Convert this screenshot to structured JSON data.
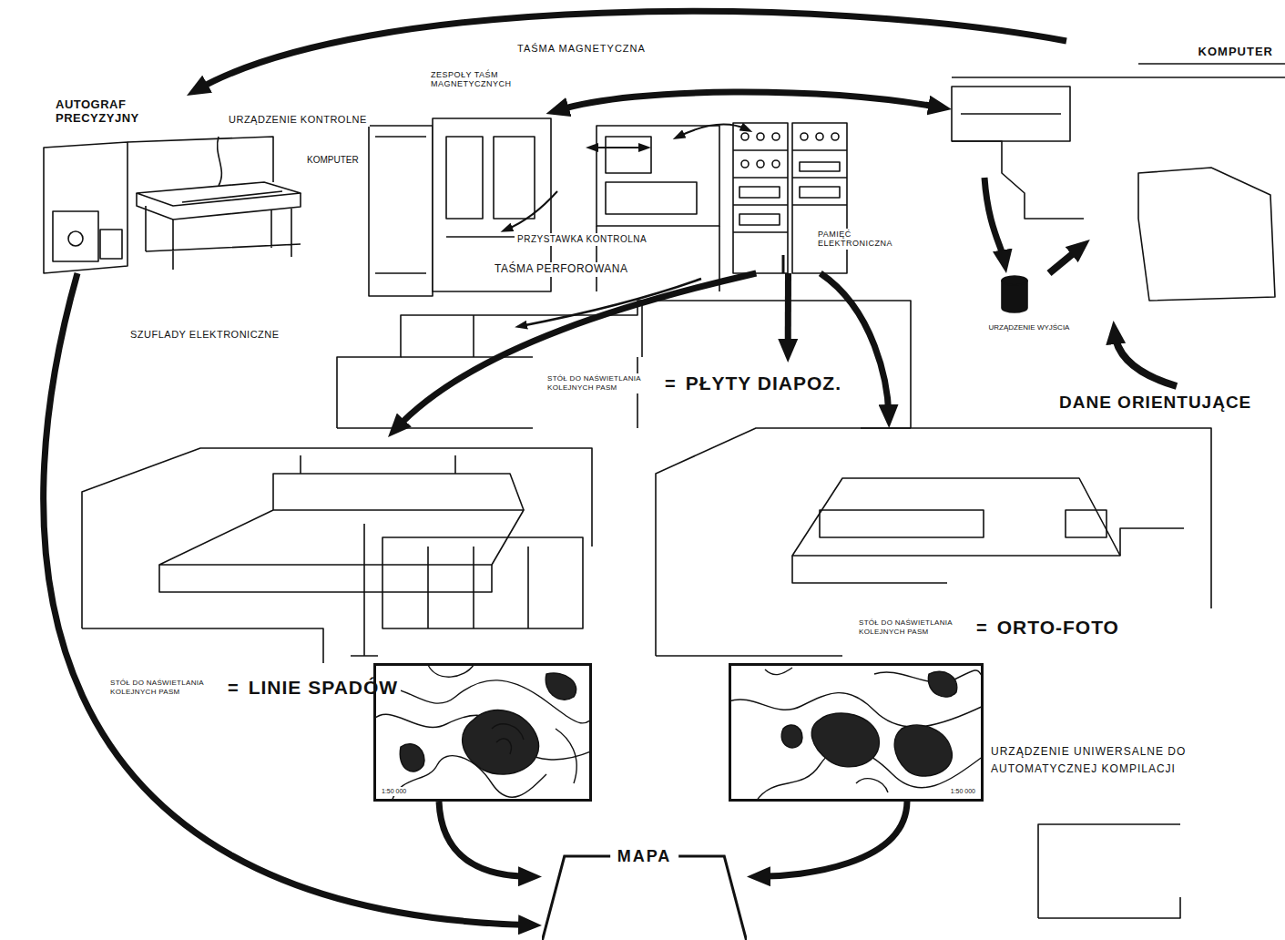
{
  "diagram": {
    "nodes": [
      {
        "text": [
          "AUTOGRAF PRECYZYJNY"
        ]
      },
      {
        "text": [
          "KOMPUTER"
        ]
      },
      {
        "text": [
          "KOMPUTER"
        ]
      },
      {
        "text": [
          "PAMIĘĆ ELEKTRONICZNA"
        ]
      },
      {
        "text": [
          "URZĄDZENIE WYJŚCIA"
        ]
      },
      {
        "text": [
          "STÓŁ DO NAŚWIETLANIA KOLEJNYCH PASM",
          "=",
          "PŁYTY DIAPOZ."
        ]
      },
      {
        "text": [
          "STÓŁ DO NAŚWIETLANIA KOLEJNYCH PASM",
          "=",
          "LINIE SPADÓW"
        ]
      },
      {
        "text": [
          "STÓŁ DO NAŚWIETLANIA KOLEJNYCH PASM",
          "=",
          "ORTO-FOTO"
        ]
      },
      {
        "text": [
          "1:50 000"
        ]
      },
      {
        "text": [
          "1:50 000"
        ]
      },
      {
        "text": [
          "MAPA"
        ]
      }
    ],
    "edges": [
      {
        "from": 1,
        "to": 0,
        "label": "TAŚMA MAGNETYCZNA",
        "arrow": "to"
      },
      {
        "from": 2,
        "to": 1,
        "arrow": "both"
      },
      {
        "from": 1,
        "to": 4,
        "arrow": "to"
      },
      {
        "from": 0,
        "to": 10,
        "arrow": "to"
      },
      {
        "from": 3,
        "to": 5,
        "arrow": "to"
      },
      {
        "from": 3,
        "to": 6,
        "arrow": "to"
      },
      {
        "from": 3,
        "to": 7,
        "arrow": "to"
      },
      {
        "from": 8,
        "to": 10,
        "arrow": "to"
      },
      {
        "from": 9,
        "to": 10,
        "arrow": "to"
      }
    ],
    "labels": [
      "ZESPOŁY TAŚM MAGNETYCZNYCH",
      "URZĄDZENIE KONTROLNE",
      "PRZYSTAWKA KONTROLNA",
      "TAŚMA PERFOROWANA",
      "SZUFLADY ELEKTRONICZNE",
      "DANE ORIENTUJĄCE",
      "URZĄDZENIE UNIWERSALNE DO AUTOMATYCZNEJ KOMPILACJI"
    ]
  }
}
